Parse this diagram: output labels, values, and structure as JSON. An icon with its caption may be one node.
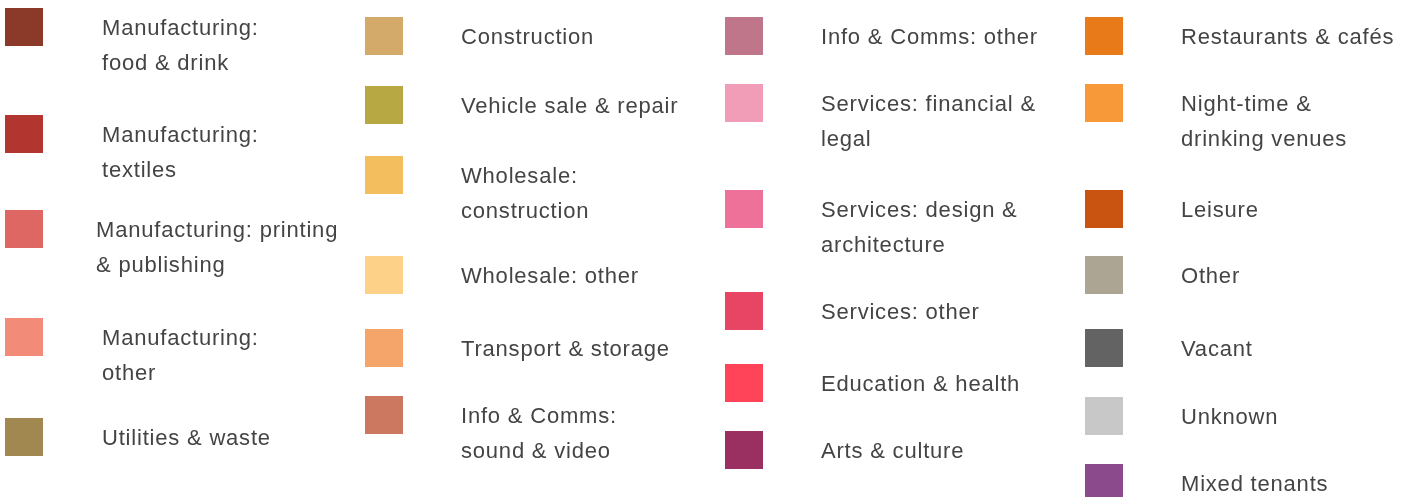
{
  "diagram": {
    "legend": [
      {
        "text": "Manufacturing: food & drink",
        "color": "#8b3a2a"
      },
      {
        "text": "Manufacturing: textiles",
        "color": "#b33530"
      },
      {
        "text": "Manufacturing: printing & publishing",
        "color": "#de6764"
      },
      {
        "text": "Manufacturing: other",
        "color": "#f28c78"
      },
      {
        "text": "Utilities & waste",
        "color": "#a08850"
      },
      {
        "text": "Construction",
        "color": "#d4aa6a"
      },
      {
        "text": "Vehicle sale & repair",
        "color": "#b8a843"
      },
      {
        "text": "Wholesale: construction",
        "color": "#f3bf5e"
      },
      {
        "text": "Wholesale: other",
        "color": "#fdd187"
      },
      {
        "text": "Transport & storage",
        "color": "#f5a46a"
      },
      {
        "text": "Info & Comms: sound & video",
        "color": "#cc7860"
      },
      {
        "text": "Info & Comms: other",
        "color": "#c0768a"
      },
      {
        "text": "Services: financial & legal",
        "color": "#f29db8"
      },
      {
        "text": "Services: design & architecture",
        "color": "#ee719a"
      },
      {
        "text": "Services: other",
        "color": "#e84463"
      },
      {
        "text": "Education & health",
        "color": "#ff4459"
      },
      {
        "text": "Arts & culture",
        "color": "#9a2f62"
      },
      {
        "text": "Restaurants & cafés",
        "color": "#e87a1a"
      },
      {
        "text": "Night-time & drinking venues",
        "color": "#f79938"
      },
      {
        "text": "Leisure",
        "color": "#c95412"
      },
      {
        "text": "Other",
        "color": "#aca594"
      },
      {
        "text": "Vacant",
        "color": "#636363"
      },
      {
        "text": "Unknown",
        "color": "#c8c8c8"
      },
      {
        "text": "Mixed tenants",
        "color": "#8a4a8c"
      }
    ]
  }
}
